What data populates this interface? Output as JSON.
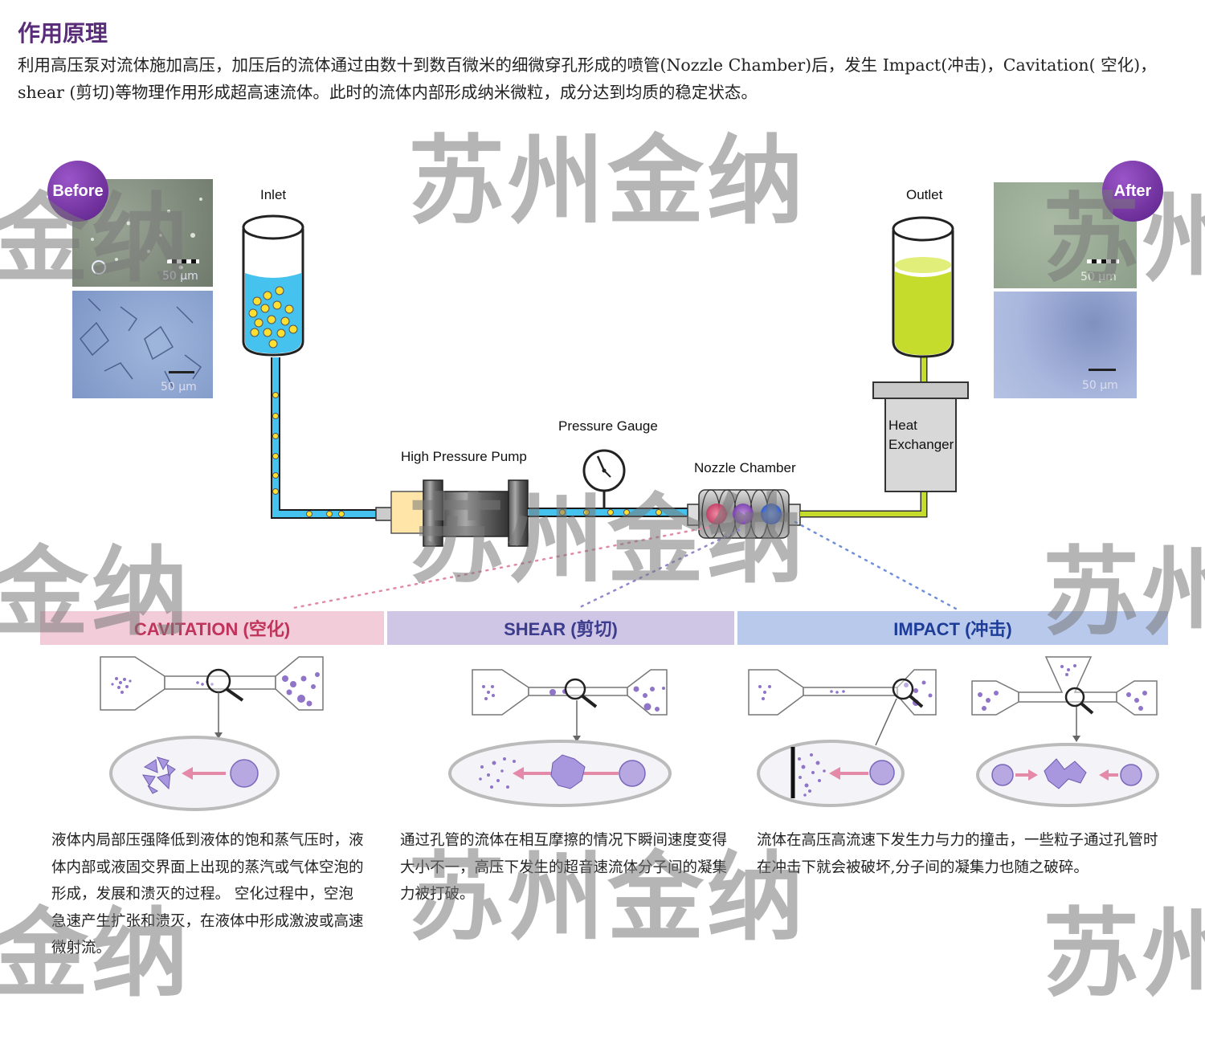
{
  "title": "作用原理",
  "intro": "利用高压泵对流体施加高压，加压后的流体通过由数十到数百微米的细微穿孔形成的喷管(Nozzle Chamber)后，发生 Impact(冲击)，Cavitation( 空化)，shear (剪切)等物理作用形成超高速流体。此时的流体内部形成纳米微粒，成分达到均质的稳定状态。",
  "watermark": "苏州金纳",
  "watermark_fragments": {
    "left": "金纳",
    "right": "苏州"
  },
  "before_label": "Before",
  "after_label": "After",
  "scale_label": "50 μm",
  "labels": {
    "inlet": "Inlet",
    "outlet": "Outlet",
    "pump": "High Pressure Pump",
    "gauge": "Pressure Gauge",
    "nozzle": "Nozzle Chamber",
    "heat_line1": "Heat",
    "heat_line2": "Exchanger"
  },
  "sections": [
    {
      "heading": "CAVITATION (空化)",
      "color": "#c0335a",
      "bg": "#f2ccd9",
      "desc": "液体内局部压强降低到液体的饱和蒸气压时，液体内部或液固交界面上出现的蒸汽或气体空泡的形成，发展和溃灭的过程。 空化过程中，空泡急速产生扩张和溃灭，在液体中形成激波或高速微射流。"
    },
    {
      "heading": "SHEAR (剪切)",
      "color": "#3c3c8c",
      "bg": "#cfc6e6",
      "desc": "通过孔管的流体在相互摩擦的情况下瞬间速度变得大小不一，高压下发生的超音速流体分子间的凝集力被打破。"
    },
    {
      "heading": "IMPACT (冲击)",
      "color": "#1c3c98",
      "bg": "#b9c9ec",
      "desc": "流体在高压高流速下发生力与力的撞击，一些粒子通过孔管时在冲击下就会被破坏,分子间的凝集力也随之破碎。"
    }
  ],
  "colors": {
    "liquid_in": "#46c2ee",
    "liquid_out": "#c6dc2c",
    "particle": "#ffe030",
    "tube": "#9bd23a",
    "title": "#5a2d7a"
  }
}
